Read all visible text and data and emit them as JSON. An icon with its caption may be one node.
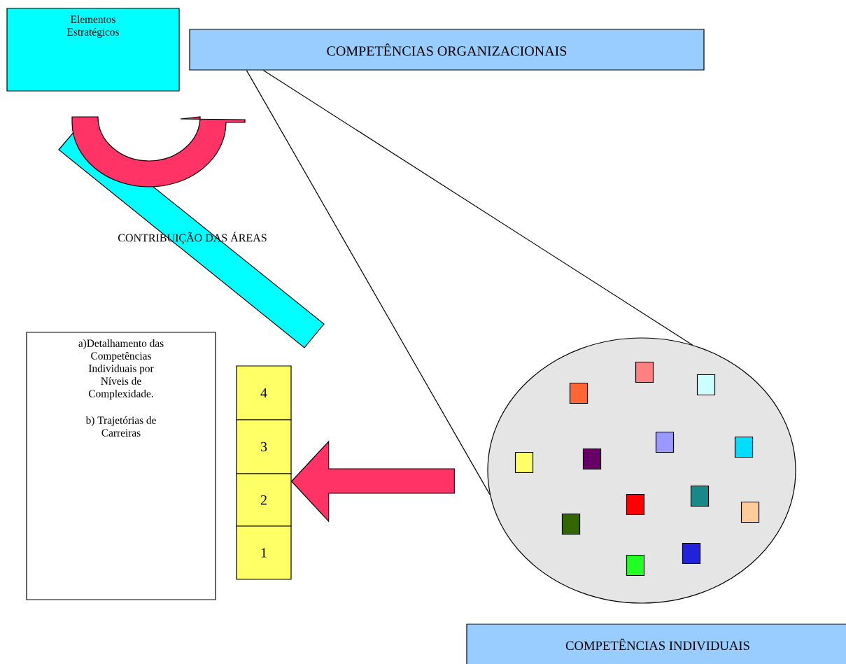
{
  "diagram": {
    "nodes": [
      {
        "text": [
          "Elementos Estratégicos"
        ]
      },
      {
        "text": [
          "COMPETÊNCIAS ORGANIZACIONAIS"
        ]
      },
      {
        "text": [
          "a)Detalhamento das Competências Individuais por Níveis de Complexidade.",
          "b) Trajetórias de Carreiras"
        ]
      },
      {
        "text": [
          "4"
        ]
      },
      {
        "text": [
          "3"
        ]
      },
      {
        "text": [
          "2"
        ]
      },
      {
        "text": [
          "1"
        ]
      },
      {
        "text": [],
        "shape": "ellipse"
      },
      {
        "text": [
          "COMPETÊNCIAS INDIVIDUAIS"
        ]
      },
      {
        "text": [],
        "shape": "arrow"
      }
    ],
    "edges": [
      {
        "from": 1,
        "to": 7,
        "arrow": "none"
      },
      {
        "from": 1,
        "to": 7,
        "arrow": "none"
      },
      {
        "from": 7,
        "to": 5,
        "arrow": "to",
        "style": "thick",
        "color": "#ff3366"
      }
    ],
    "labels": [
      "CONTRIBUIÇÃO DAS ÁREAS"
    ]
  }
}
